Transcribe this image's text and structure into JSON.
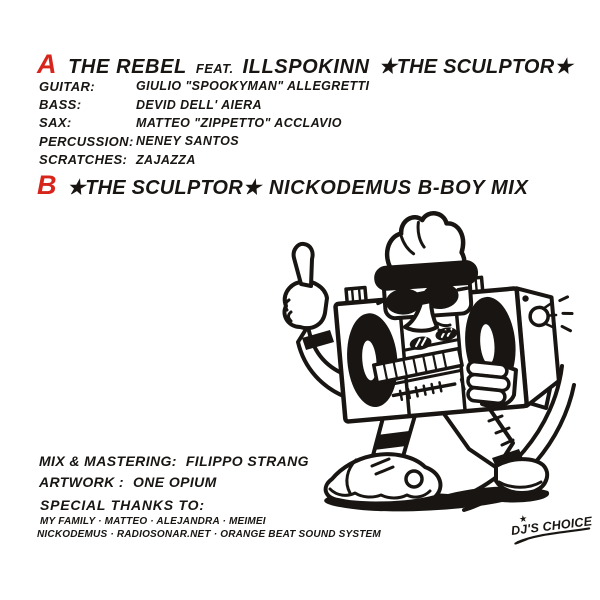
{
  "palette": {
    "ink": "#181512",
    "accent": "#d8251c",
    "background": "#ffffff"
  },
  "side_a": {
    "label": "A",
    "title": "THE REBEL",
    "feat": "FEAT.",
    "artist": "ILLSPOKINN",
    "track": "★THE SCULPTOR★",
    "credits": [
      {
        "role": "GUITAR:",
        "name": "GIULIO \"SPOOKYMAN\" ALLEGRETTI"
      },
      {
        "role": "BASS:",
        "name": "DEVID DELL' AIERA"
      },
      {
        "role": "SAX:",
        "name": "MATTEO \"ZIPPETTO\" ACCLAVIO"
      },
      {
        "role": "PERCUSSION:",
        "name": "NENEY SANTOS"
      },
      {
        "role": "SCRATCHES:",
        "name": "ZAJAZZA"
      }
    ]
  },
  "side_b": {
    "label": "B",
    "track": "★THE SCULPTOR★",
    "title": "NICKODEMUS B-BOY MIX"
  },
  "production": [
    {
      "role": "MIX & MASTERING:",
      "name": "FILIPPO STRANG"
    },
    {
      "role": "ARTWORK :",
      "name": "ONE OPIUM"
    }
  ],
  "thanks": {
    "heading": "SPECIAL THANKS TO:",
    "line1": "MY FAMILY · MATTEO · ALEJANDRA · MEIMEI",
    "line2": "NICKODEMUS · RADIOSONAR.NET · ORANGE BEAT SOUND SYSTEM"
  },
  "logo": {
    "text": "DJ'S CHOICE",
    "star": "★"
  },
  "illustration": {
    "alt": "Cartoon b-boy in a white cap and sunglasses carrying a boombox and pointing up"
  }
}
